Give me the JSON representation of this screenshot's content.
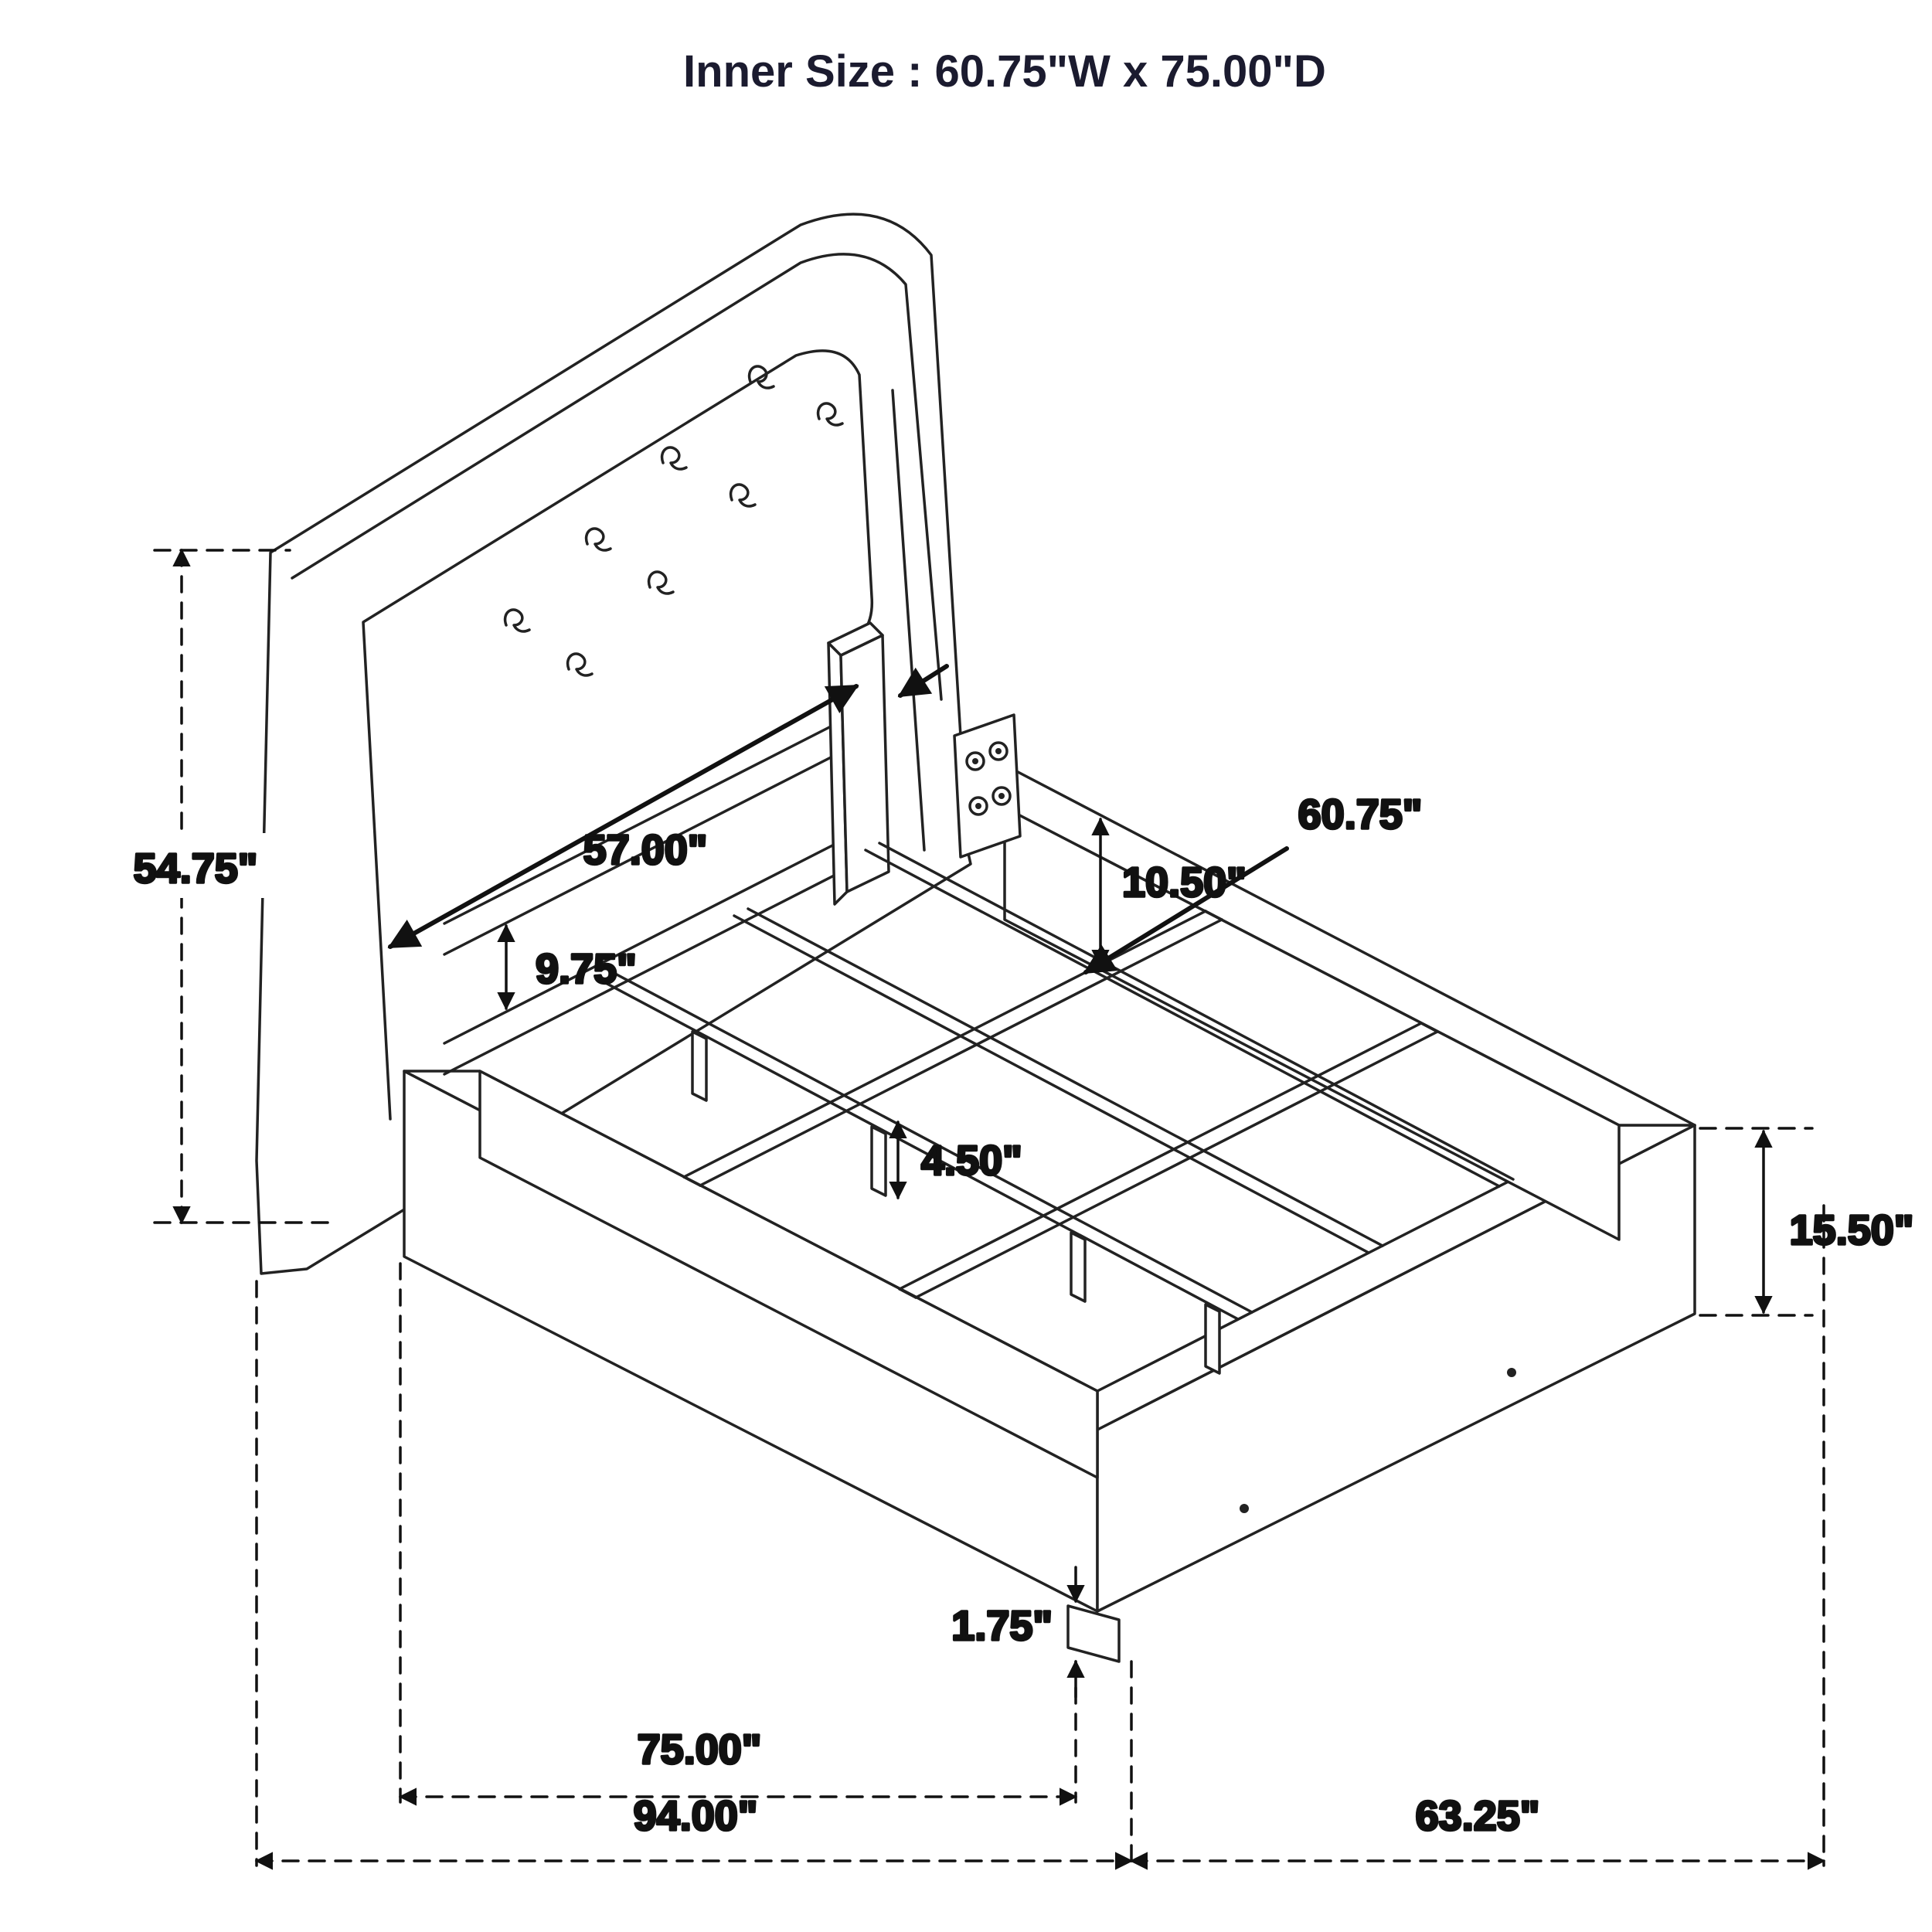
{
  "title": "Inner Size : 60.75\"W x 75.00\"D",
  "dims": {
    "headboard_height": "54.75\"",
    "headboard_inner_width": "57.00\"",
    "headboard_rail_gap": "9.75\"",
    "side_rail_inner_height": "10.50\"",
    "slat_length": "60.75\"",
    "support_leg_height": "4.50\"",
    "frame_height": "15.50\"",
    "foot_clearance": "1.75\"",
    "inner_depth": "75.00\"",
    "overall_depth": "94.00\"",
    "overall_width": "63.25\""
  }
}
